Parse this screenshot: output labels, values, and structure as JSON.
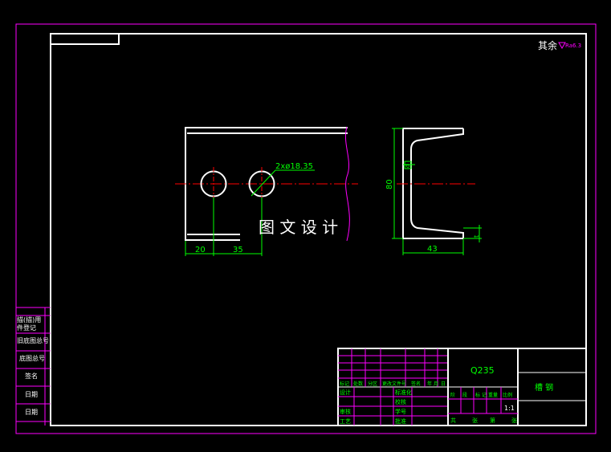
{
  "drawing": {
    "roughness_prefix": "其余",
    "roughness_value": "Ra6.3",
    "watermark": "图 文 设 计",
    "dim_holes": "2xø18.35",
    "dim_20": "20",
    "dim_35": "35",
    "dim_80": "80",
    "dim_43": "43",
    "dim_flange": "t",
    "dim_web": "d"
  },
  "side_labels": [
    "描(描)用",
    "件登记",
    "旧底图总号",
    "底图总号",
    "签名",
    "日期",
    "日期"
  ],
  "title_block": {
    "material": "Q235",
    "part_name": "槽 钢",
    "header_row": [
      "标记",
      "处数",
      "分区",
      "更改文件号",
      "签名",
      "年",
      "月",
      "日"
    ],
    "left_labels": [
      "设计",
      "审核",
      "工艺"
    ],
    "mid_labels": [
      "标准化",
      "校核",
      "学号",
      "批准"
    ],
    "stage_row": [
      "阶",
      "段",
      "标",
      "记",
      "重量",
      "比例"
    ],
    "scale": "1:1",
    "sheet_row": [
      "共",
      "张",
      "第",
      "张"
    ]
  },
  "colors": {
    "background": "#000000",
    "frame": "#ffffff",
    "magenta": "#ff00ff",
    "green": "#00ff00",
    "red": "#ff0000"
  }
}
